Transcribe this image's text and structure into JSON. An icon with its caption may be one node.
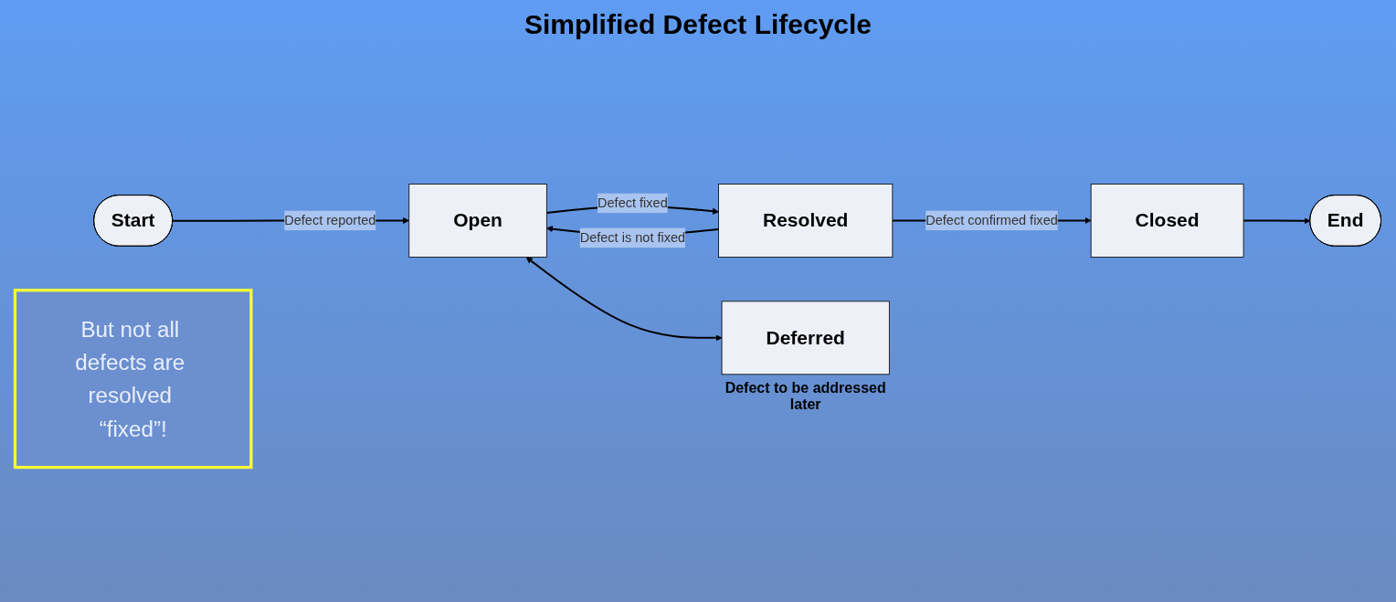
{
  "diagram": {
    "title": "Simplified Defect Lifecycle",
    "nodes": [
      {
        "text": [
          "Start"
        ]
      },
      {
        "text": [
          "Open"
        ]
      },
      {
        "text": [
          "Resolved"
        ]
      },
      {
        "text": [
          "Closed"
        ]
      },
      {
        "text": [
          "End"
        ]
      },
      {
        "text": [
          "Deferred"
        ],
        "beside": [
          "Defect to be addressed later"
        ]
      },
      {
        "text": [
          "But not all defects are resolved “fixed”!"
        ]
      }
    ],
    "edges": [
      {
        "from": 0,
        "to": 1,
        "arrow": "to",
        "label": "Defect reported"
      },
      {
        "from": 1,
        "to": 2,
        "arrow": "to",
        "label": "Defect fixed"
      },
      {
        "from": 2,
        "to": 3,
        "arrow": "to",
        "label": "Defect confirmed fixed"
      },
      {
        "from": 3,
        "to": 4,
        "arrow": "to"
      },
      {
        "from": 2,
        "to": 1,
        "arrow": "to",
        "label": "Defect is not fixed"
      },
      {
        "from": 1,
        "to": 5,
        "arrow": "both"
      }
    ]
  }
}
